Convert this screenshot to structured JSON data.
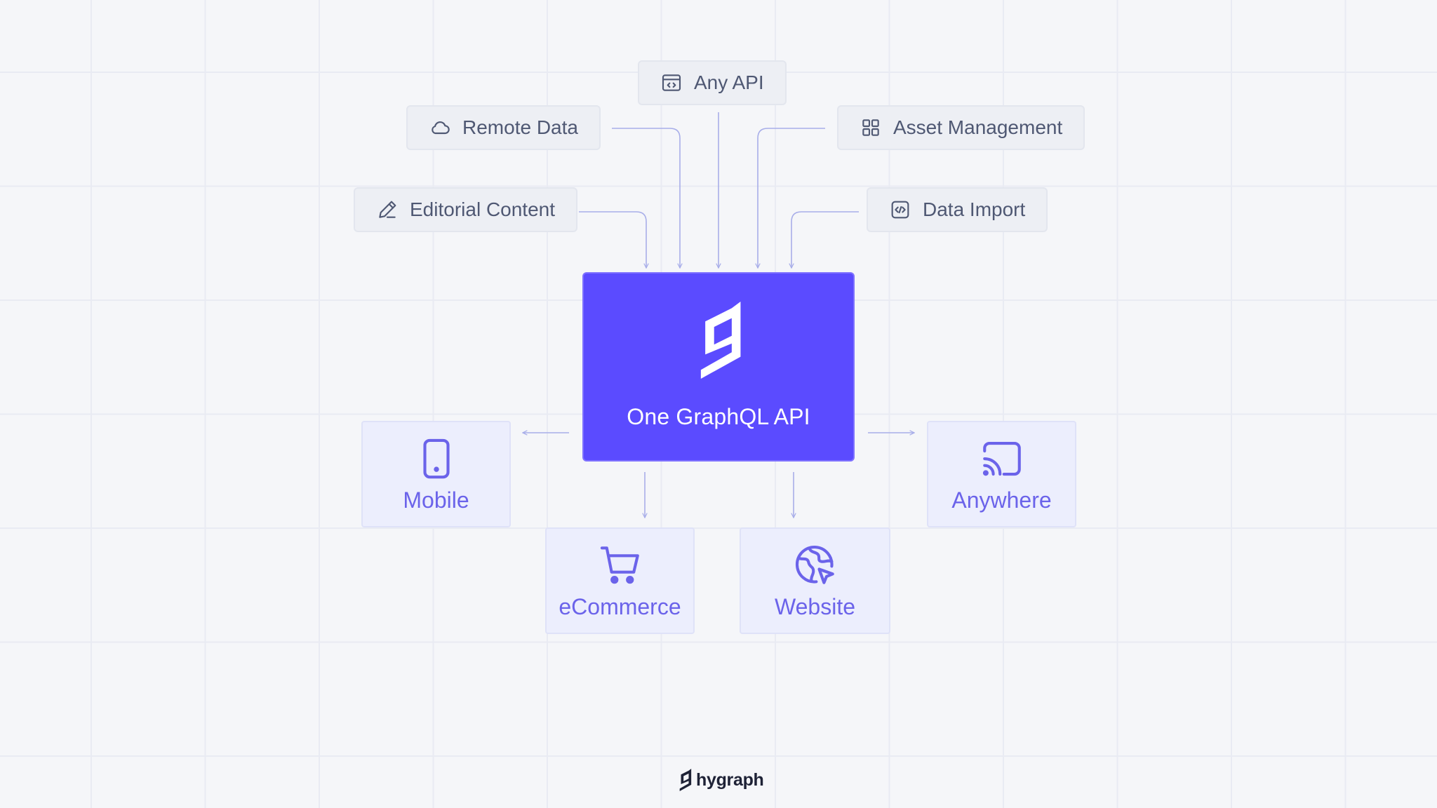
{
  "sources": {
    "any_api": {
      "label": "Any API",
      "icon": "code-window-icon"
    },
    "remote_data": {
      "label": "Remote Data",
      "icon": "cloud-icon"
    },
    "asset_management": {
      "label": "Asset Management",
      "icon": "grid-icon"
    },
    "editorial_content": {
      "label": "Editorial Content",
      "icon": "pencil-icon"
    },
    "data_import": {
      "label": "Data Import",
      "icon": "code-square-icon"
    }
  },
  "hub": {
    "title": "One GraphQL API",
    "icon": "hygraph-logo-icon"
  },
  "targets": {
    "mobile": {
      "label": "Mobile",
      "icon": "tablet-icon"
    },
    "anywhere": {
      "label": "Anywhere",
      "icon": "cast-icon"
    },
    "ecommerce": {
      "label": "eCommerce",
      "icon": "cart-icon"
    },
    "website": {
      "label": "Website",
      "icon": "globe-cursor-icon"
    }
  },
  "brand": {
    "name": "hygraph"
  },
  "colors": {
    "background": "#f5f6f9",
    "hub": "#5b4bff",
    "target_text": "#6b63ea",
    "source_text": "#4f5873",
    "connector": "#a8aee9"
  }
}
